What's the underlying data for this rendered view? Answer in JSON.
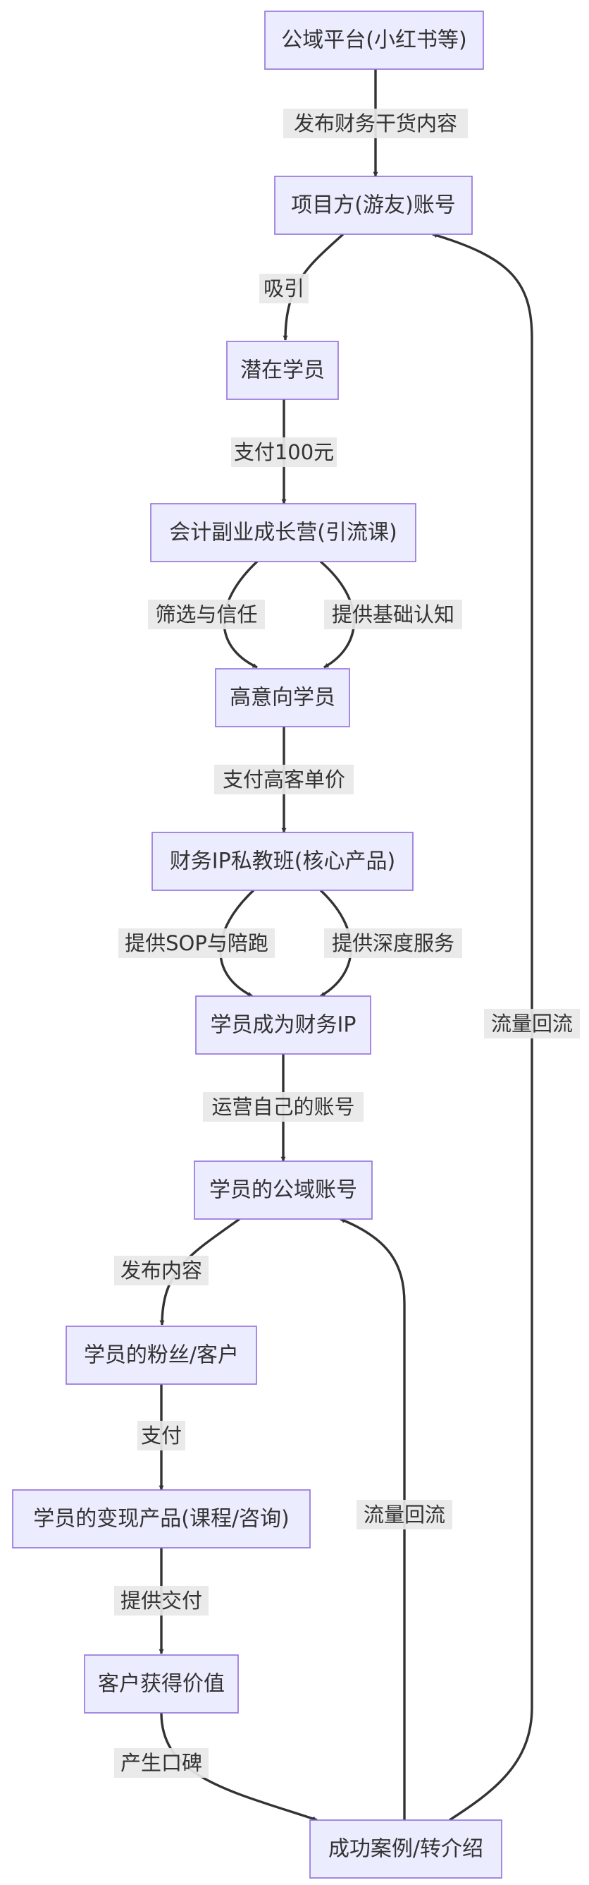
{
  "nodes": {
    "public_platform": "公域平台(小红书等)",
    "project_account": "项目方(游友)账号",
    "potential_student": "潜在学员",
    "growth_camp": "会计副业成长营(引流课)",
    "high_intent_student": "高意向学员",
    "private_class": "财务IP私教班(核心产品)",
    "student_becomes_ip": "学员成为财务IP",
    "student_public_account": "学员的公域账号",
    "student_fans": "学员的粉丝/客户",
    "student_products": "学员的变现产品(课程/咨询)",
    "customer_value": "客户获得价值",
    "success_cases": "成功案例/转介绍"
  },
  "edges": {
    "publish_finance_content": "发布财务干货内容",
    "attract": "吸引",
    "pay_100": "支付100元",
    "filter_trust": "筛选与信任",
    "basic_awareness": "提供基础认知",
    "pay_high_price": "支付高客单价",
    "sop_support": "提供SOP与陪跑",
    "deep_service": "提供深度服务",
    "operate_account": "运营自己的账号",
    "publish_content": "发布内容",
    "pay": "支付",
    "deliver": "提供交付",
    "word_of_mouth": "产生口碑",
    "traffic_return_student": "流量回流",
    "traffic_return_project": "流量回流"
  },
  "colors": {
    "node_fill": "#ECECFF",
    "node_border": "#9370DB",
    "edge": "#333333",
    "label_bg": "#e8e8e8",
    "text": "#333333"
  }
}
